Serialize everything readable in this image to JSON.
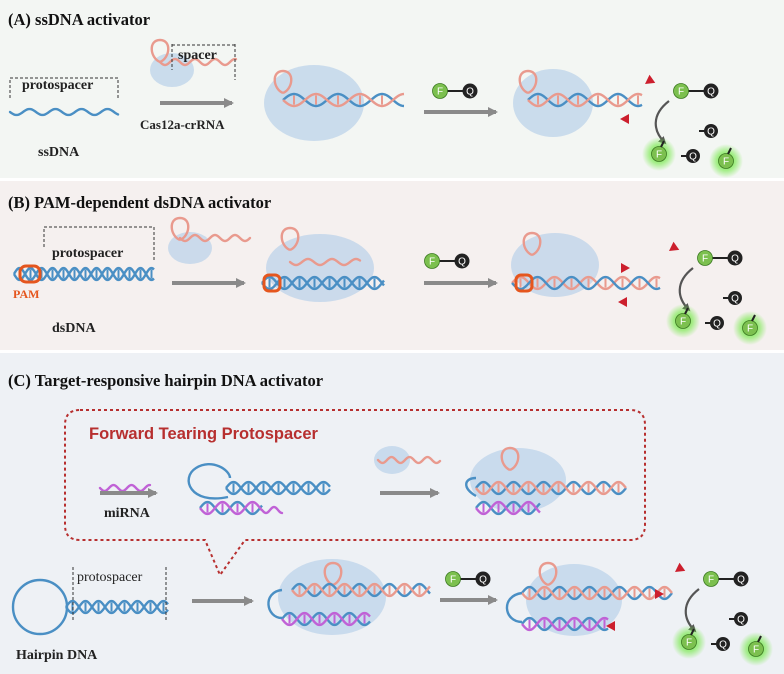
{
  "panels": {
    "a": {
      "title": "(A)  ssDNA activator",
      "protospacer": "protospacer",
      "spacer": "spacer",
      "enzyme": "Cas12a-crRNA",
      "substrate": "ssDNA"
    },
    "b": {
      "title": "(B)  PAM-dependent dsDNA activator",
      "protospacer": "protospacer",
      "pam": "PAM",
      "substrate": "dsDNA"
    },
    "c": {
      "title": "(C)  Target-responsive hairpin DNA activator",
      "callout_title": "Forward Tearing Protospacer",
      "trigger": "miRNA",
      "protospacer": "protospacer",
      "substrate": "Hairpin DNA"
    }
  },
  "reporter": {
    "fluor": "F",
    "quencher": "Q"
  },
  "colors": {
    "dna": "#4a8fc4",
    "crrna": "#e99a8e",
    "pam": "#e5561e",
    "mirna": "#c062d6",
    "cas": "#bcd3ea",
    "fluor": "#7cc04f",
    "glow": "#6ee83f",
    "cut": "#cc1f2d",
    "callout": "#b72f2f",
    "arrow": "#8a8a8a"
  }
}
